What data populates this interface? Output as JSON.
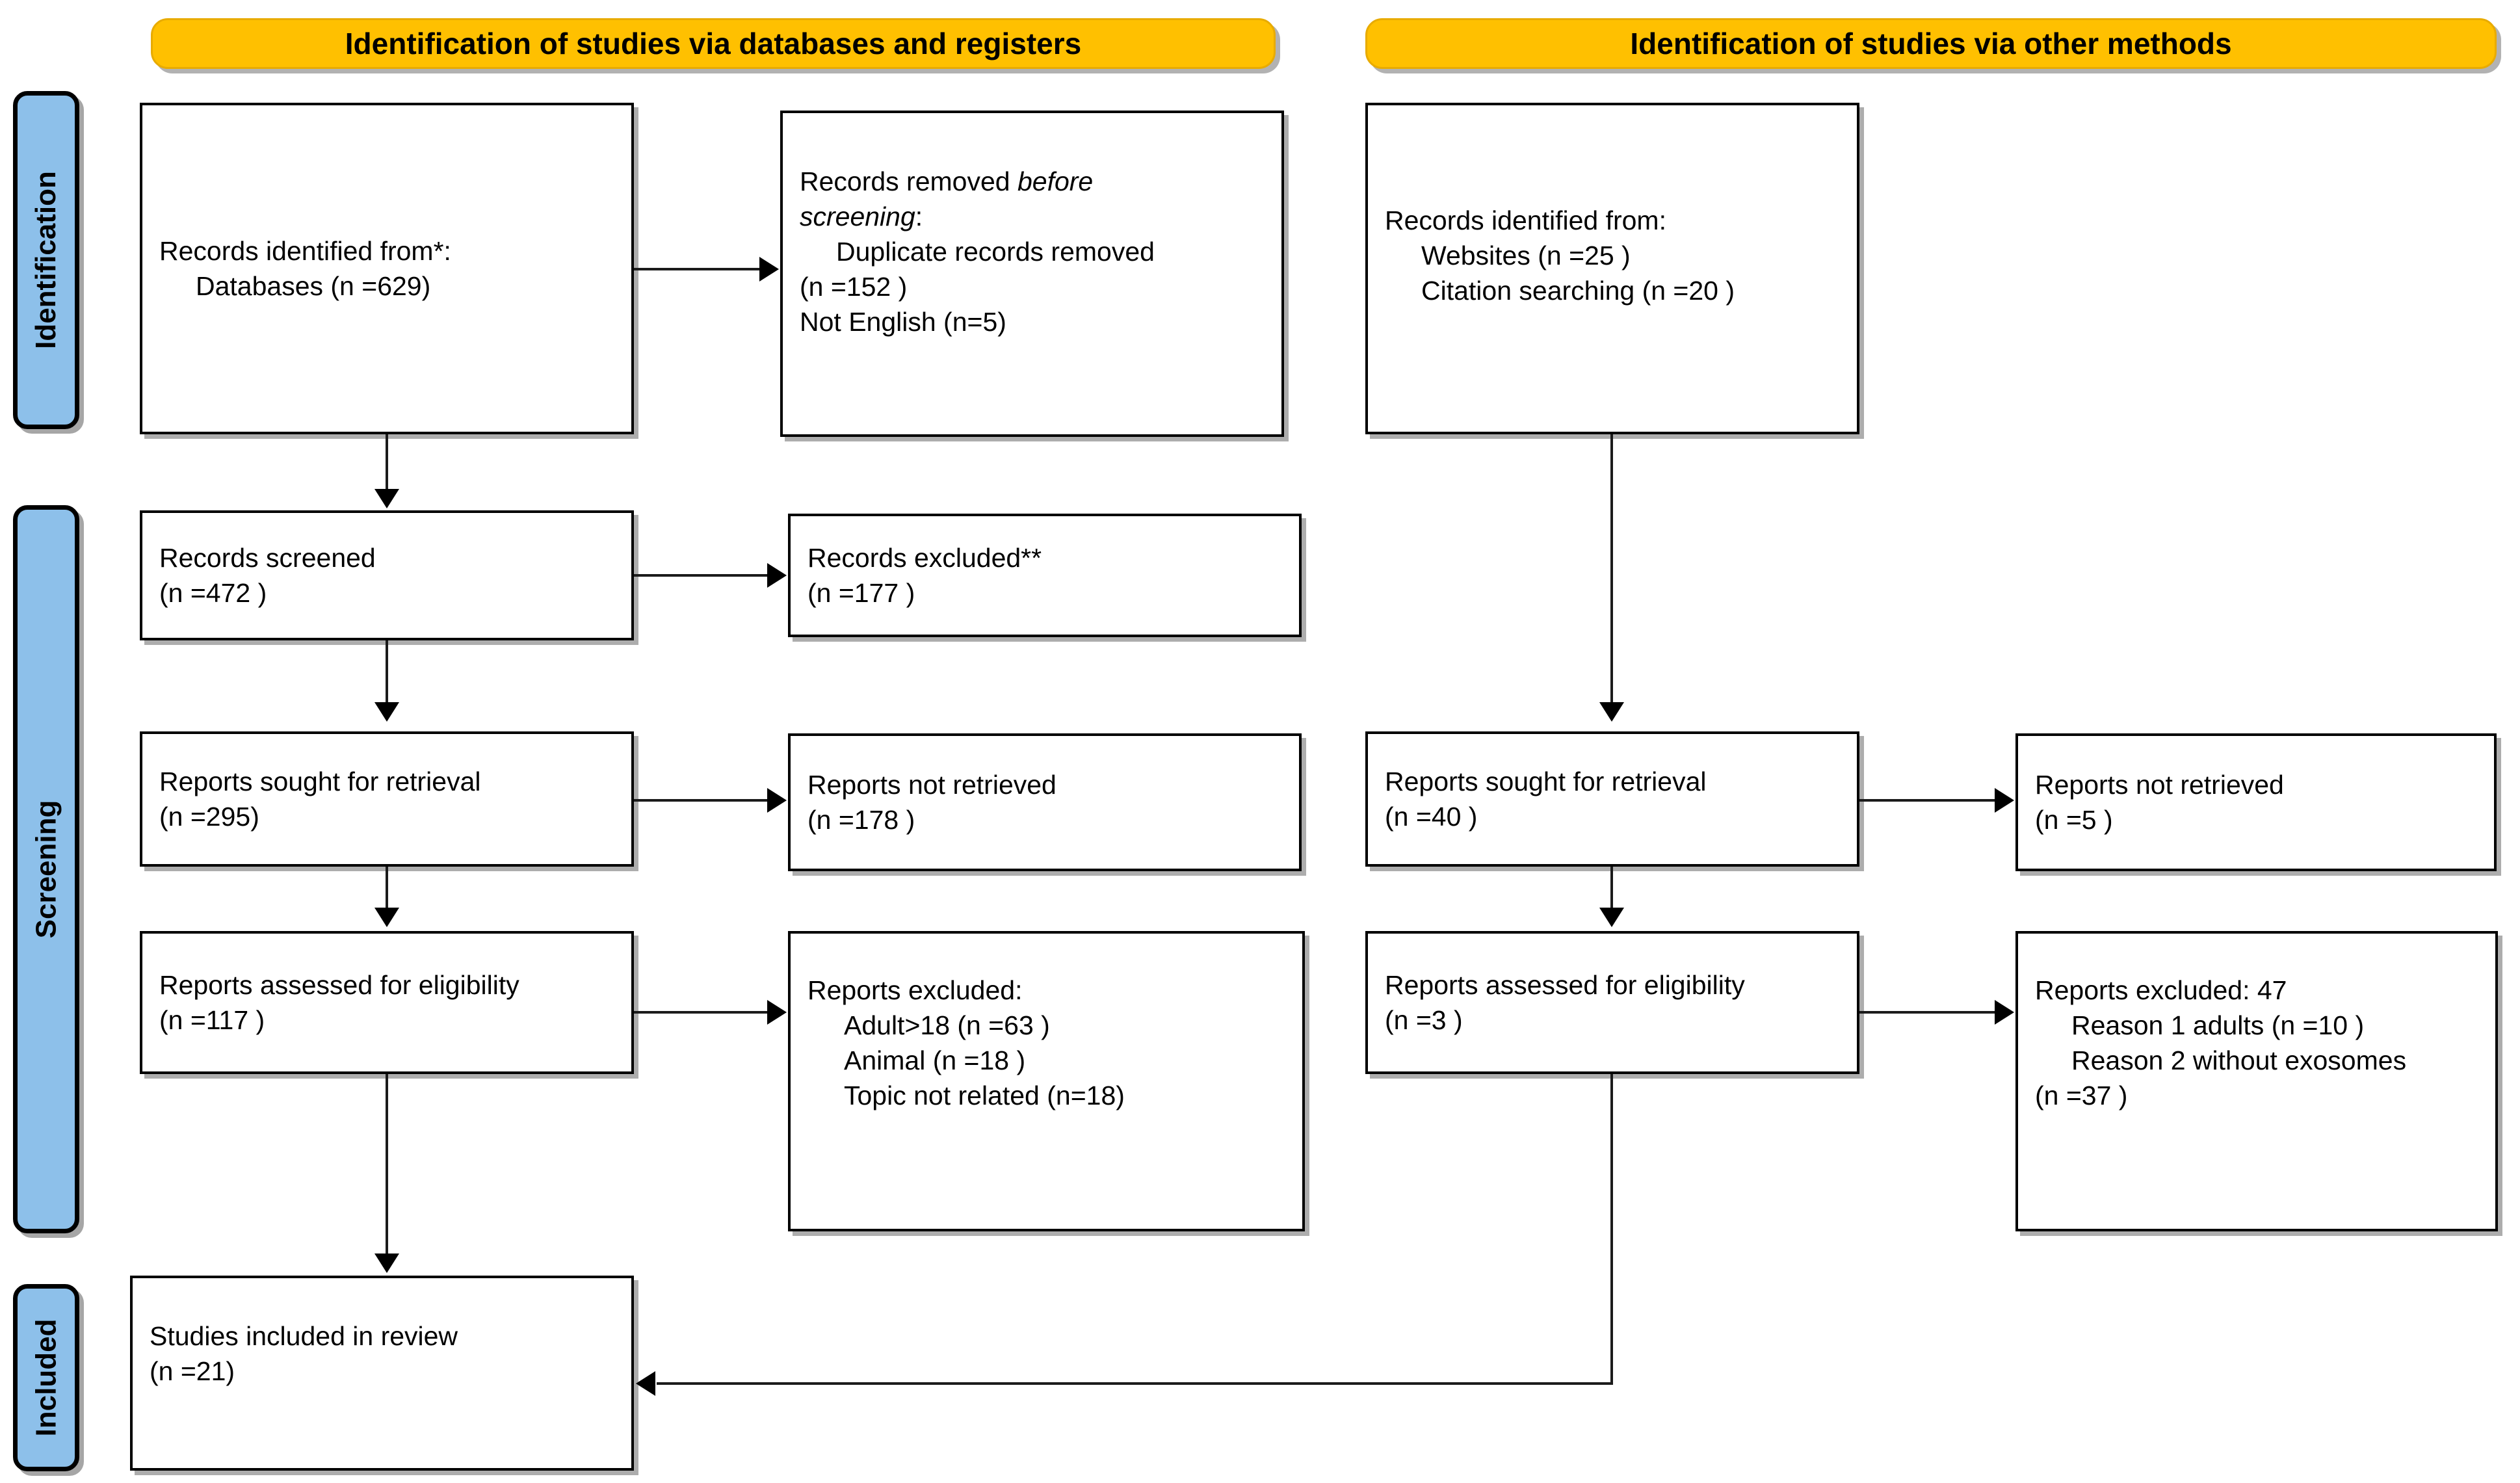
{
  "diagram": {
    "title": "PRISMA 2020 flow diagram",
    "colors": {
      "banner": "#FFC000",
      "stage_pill": "#8DC0EA",
      "box_border": "#000000",
      "connector": "#1B1B1B",
      "background": "#FFFFFF"
    }
  },
  "banners": {
    "left": "Identification of studies via databases and registers",
    "right": "Identification of studies via other methods"
  },
  "stages": [
    {
      "key": "identification",
      "label": "Identification"
    },
    {
      "key": "screening",
      "label": "Screening"
    },
    {
      "key": "included",
      "label": "Included"
    }
  ],
  "left_column": {
    "identified": {
      "line1": "Records identified from*:",
      "line2": "Databases (n =629)"
    },
    "removed_before_screening": {
      "line1": "Records removed ",
      "line1_italic": "before",
      "line2_italic": "screening",
      "line2_tail": ":",
      "line3": "Duplicate records removed",
      "line4": "(n =152 )",
      "line5": "Not English (n=5)"
    },
    "records_screened": {
      "line1": "Records screened",
      "line2": "(n =472 )"
    },
    "records_excluded": {
      "line1": "Records excluded**",
      "line2": "(n =177 )"
    },
    "reports_sought": {
      "line1": "Reports sought for retrieval",
      "line2": "(n =295)"
    },
    "reports_not_retrieved": {
      "line1": "Reports not retrieved",
      "line2": "(n =178 )"
    },
    "reports_assessed": {
      "line1": "Reports assessed for eligibility",
      "line2": "(n =117 )"
    },
    "reports_excluded": {
      "line1": "Reports excluded:",
      "line2": "Adult>18 (n =63 )",
      "line3": "Animal (n =18 )",
      "line4": "Topic not related (n=18)"
    }
  },
  "right_column": {
    "identified": {
      "line1": "Records identified from:",
      "line2": "Websites (n =25 )",
      "line3": "Citation searching (n =20 )"
    },
    "reports_sought": {
      "line1": "Reports sought for retrieval",
      "line2": "(n =40 )"
    },
    "reports_not_retrieved": {
      "line1": "Reports not retrieved",
      "line2": "(n =5 )"
    },
    "reports_assessed": {
      "line1": "Reports assessed for eligibility",
      "line2": "(n =3 )"
    },
    "reports_excluded": {
      "line1": "Reports excluded: 47",
      "line2": "Reason 1 adults (n =10 )",
      "line3": "Reason 2 without exosomes",
      "line4": "(n =37 )"
    }
  },
  "included": {
    "studies_included": {
      "line1": "Studies included in review",
      "line2": "(n =21)"
    }
  }
}
